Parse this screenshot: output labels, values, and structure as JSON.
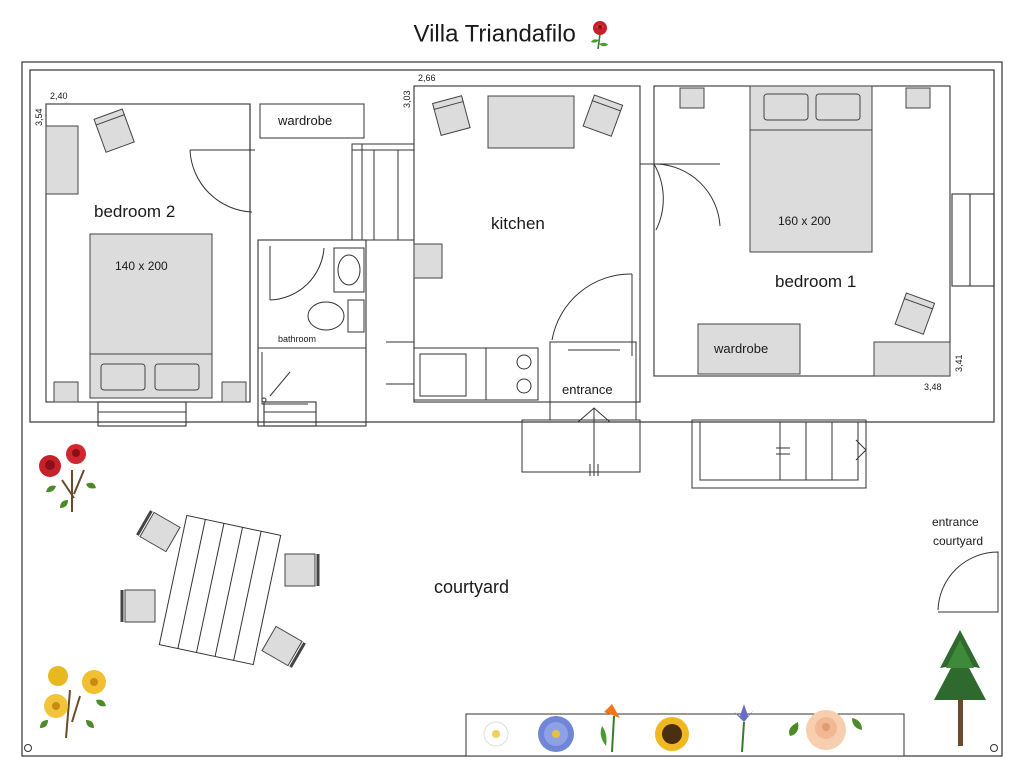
{
  "title": "Villa Triandafilo",
  "rooms": {
    "bedroom2": "bedroom 2",
    "bathroom": "bathroom",
    "kitchen": "kitchen",
    "bedroom1": "bedroom 1",
    "entrance": "entrance",
    "courtyard": "courtyard",
    "entrance_courtyard_line1": "entrance",
    "entrance_courtyard_line2": "courtyard"
  },
  "furniture": {
    "wardrobe_left": "wardrobe",
    "wardrobe_right": "wardrobe",
    "bed_small": "140 x 200",
    "bed_large": "160 x 200"
  },
  "dimensions": {
    "bedroom2_width": "2,40",
    "bedroom2_depth": "3,54",
    "kitchen_width": "2,66",
    "kitchen_depth": "3,03",
    "bedroom1_depth": "3,41",
    "bedroom1_width": "3,48"
  },
  "decorations": [
    "rose-icon",
    "red-roses-icon",
    "yellow-roses-icon",
    "tree-icon",
    "daisy-icon",
    "aster-icon",
    "bird-of-paradise-icon",
    "sunflower-icon",
    "iris-icon",
    "peach-rose-icon"
  ]
}
